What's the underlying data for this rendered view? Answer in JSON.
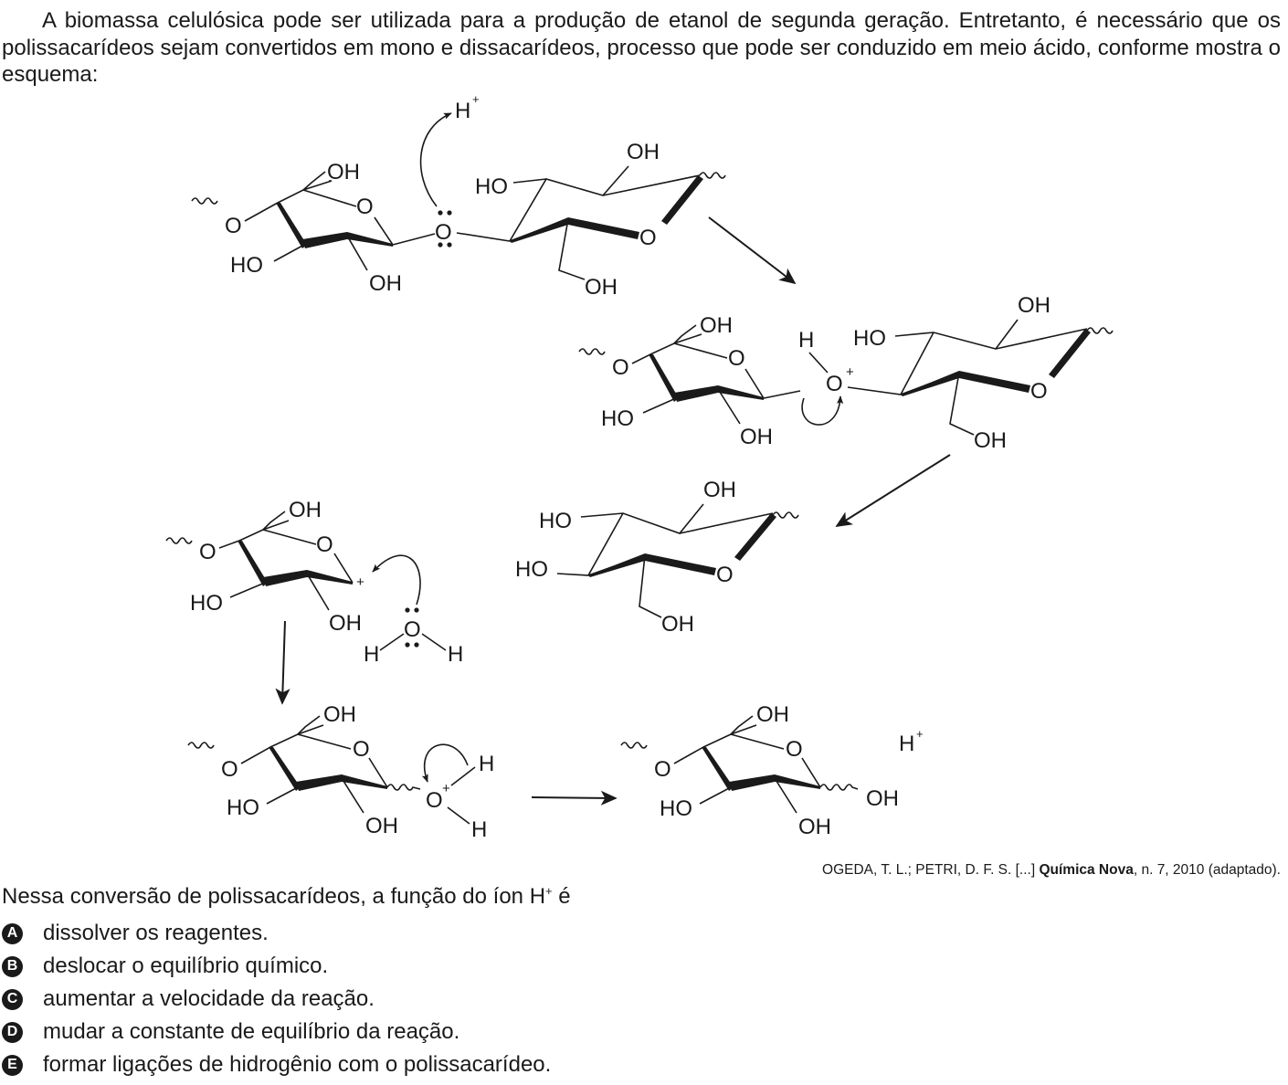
{
  "intro_text": "A biomassa celulósica pode ser utilizada para a produção de etanol de segunda geração. Entretanto, é necessário que os polissacarídeos sejam convertidos em mono e dissacarídeos, processo que pode ser conduzido em meio ácido, conforme mostra o esquema:",
  "scheme": {
    "labels": {
      "h": "H",
      "o": "O",
      "oh": "OH",
      "ho": "HO",
      "plus": "+"
    }
  },
  "citation": {
    "authors": "OGEDA, T. L.; PETRI, D. F. S. [...] ",
    "journal": "Química Nova",
    "details": ", n. 7, 2010 (adaptado)."
  },
  "question": {
    "prefix": "Nessa conversão de polissacarídeos, a função do íon H",
    "superscript": "+",
    "suffix": " é"
  },
  "options": [
    {
      "letter": "A",
      "text": "dissolver os reagentes."
    },
    {
      "letter": "B",
      "text": "deslocar o equilíbrio químico."
    },
    {
      "letter": "C",
      "text": "aumentar a velocidade da reação."
    },
    {
      "letter": "D",
      "text": "mudar a constante de equilíbrio da reação."
    },
    {
      "letter": "E",
      "text": "formar ligações de hidrogênio com o polissacarídeo."
    }
  ]
}
